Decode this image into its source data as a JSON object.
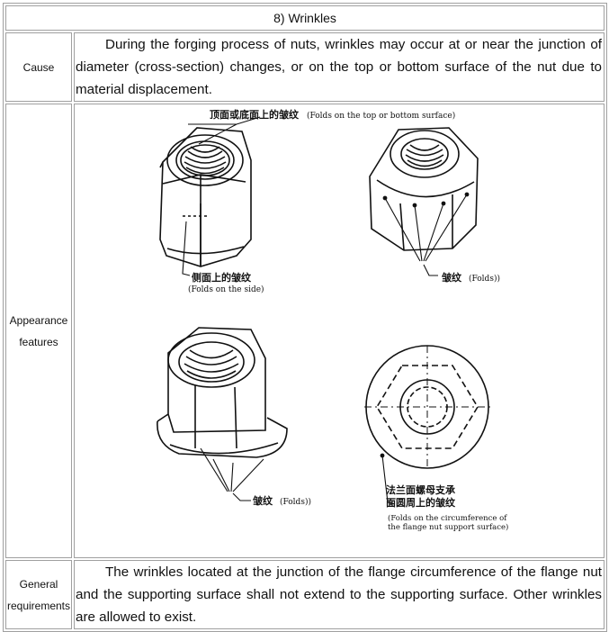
{
  "table_title": "8) Wrinkles",
  "rows": {
    "cause": {
      "label": "Cause",
      "text": "During the forging process of nuts, wrinkles may occur at or near the junction of diameter (cross-section) changes, or on the top or bottom surface of the nut due to material displacement."
    },
    "appearance": {
      "label_line1": "Appearance",
      "label_line2": "features",
      "figure": {
        "top_left": {
          "callout_top_cn": "顶面或底面上的皱纹",
          "callout_top_en": "(Folds on the top or bottom surface)",
          "callout_side_cn": "侧面上的皱纹",
          "callout_side_en": "(Folds on the side)"
        },
        "top_right": {
          "callout_cn": "皱纹",
          "callout_en": "(Folds))"
        },
        "bottom_left": {
          "callout_cn": "皱纹",
          "callout_en": "(Folds))"
        },
        "bottom_right": {
          "callout_cn_line1": "法兰面螺母支承",
          "callout_cn_line2": "面圆周上的皱纹",
          "callout_en_line1": "(Folds on the circumference of",
          "callout_en_line2": "the flange nut support surface)"
        }
      }
    },
    "general": {
      "label_line1": "General",
      "label_line2": "requirements",
      "text": "The wrinkles located at the junction of the flange circumference of the flange nut and the supporting surface shall not extend to the supporting surface. Other wrinkles are allowed to exist."
    }
  }
}
